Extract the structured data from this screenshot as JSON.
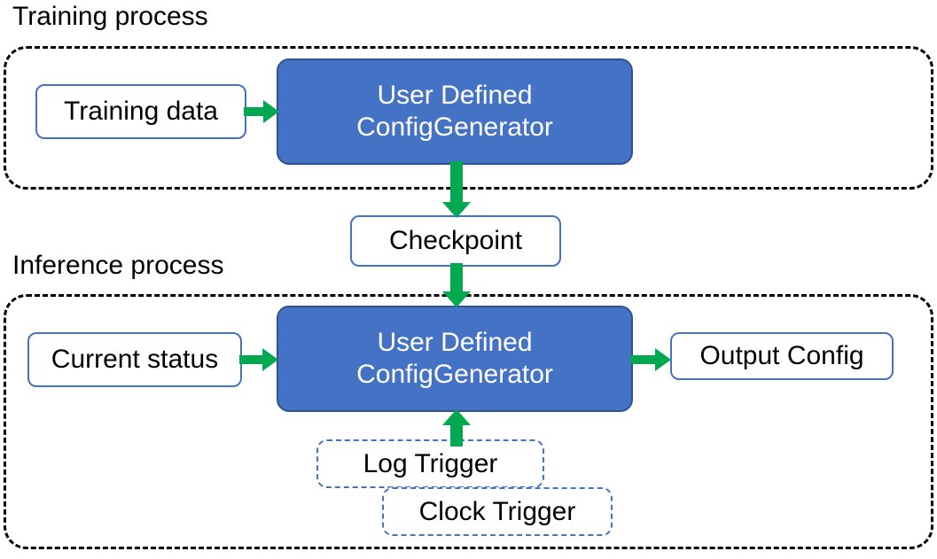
{
  "diagram": {
    "title_training": "Training process",
    "title_inference": "Inference process",
    "colors": {
      "accent_blue_fill": "#4472C4",
      "accent_blue_border": "#2F528F",
      "node_border_blue": "#4472C4",
      "arrow_green": "#00A84F",
      "container_dash": "#000000",
      "text_dark": "#000000",
      "text_light": "#FFFFFF",
      "background": "#FFFFFF"
    },
    "training": {
      "container_label": "Training process",
      "input_node": "Training data",
      "generator_line1": "User Defined",
      "generator_line2": "ConfigGenerator"
    },
    "bridge": {
      "checkpoint": "Checkpoint"
    },
    "inference": {
      "container_label": "Inference process",
      "input_node": "Current status",
      "generator_line1": "User Defined",
      "generator_line2": "ConfigGenerator",
      "output_node": "Output Config",
      "triggers": [
        "Log Trigger",
        "Clock Trigger"
      ]
    },
    "edges": [
      {
        "from": "Training data",
        "to": "User Defined ConfigGenerator",
        "direction": "right"
      },
      {
        "from": "User Defined ConfigGenerator",
        "to": "Checkpoint",
        "direction": "down"
      },
      {
        "from": "Checkpoint",
        "to": "User Defined ConfigGenerator",
        "direction": "down"
      },
      {
        "from": "Current status",
        "to": "User Defined ConfigGenerator",
        "direction": "right"
      },
      {
        "from": "User Defined ConfigGenerator",
        "to": "Output Config",
        "direction": "right"
      },
      {
        "from": "Log Trigger / Clock Trigger",
        "to": "User Defined ConfigGenerator",
        "direction": "up"
      }
    ]
  }
}
